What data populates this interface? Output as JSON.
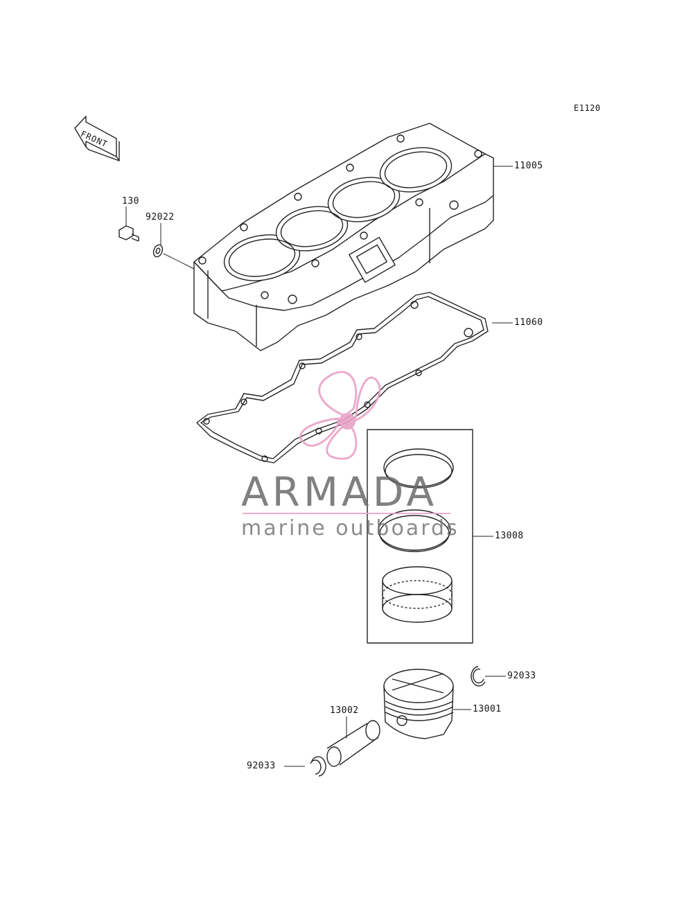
{
  "diagram_code": "E1120",
  "front_label": "FRONT",
  "parts": {
    "p130": "130",
    "p92022": "92022",
    "p11005": "11005",
    "p11060": "11060",
    "p13008": "13008",
    "p92033_right": "92033",
    "p13002": "13002",
    "p13001": "13001",
    "p92033_left": "92033"
  },
  "watermark": {
    "title": "ARMADA",
    "subtitle": "marine outboards",
    "accent_color": "#e9a3c6",
    "text_color": "#6b6b6b"
  },
  "line_color": "#222222"
}
